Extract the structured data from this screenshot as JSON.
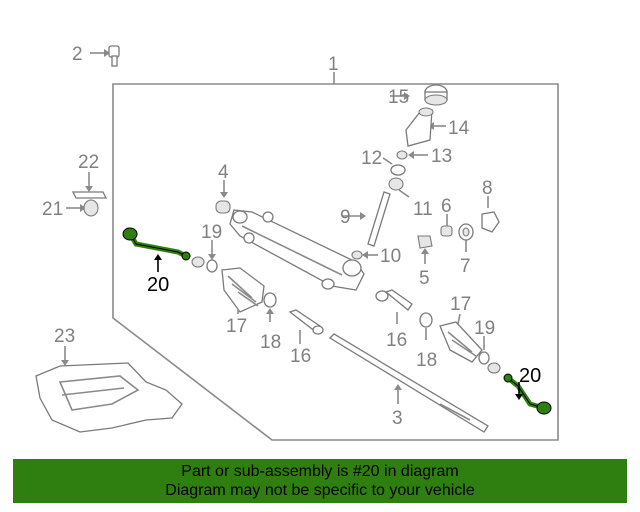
{
  "labels": {
    "l1": "1",
    "l2": "2",
    "l3": "3",
    "l4": "4",
    "l5": "5",
    "l6": "6",
    "l7": "7",
    "l8": "8",
    "l9": "9",
    "l10": "10",
    "l11": "11",
    "l12": "12",
    "l13": "13",
    "l14": "14",
    "l15": "15",
    "l16a": "16",
    "l16b": "16",
    "l17a": "17",
    "l17b": "17",
    "l18a": "18",
    "l18b": "18",
    "l19a": "19",
    "l19b": "19",
    "l20a": "20",
    "l20b": "20",
    "l21": "21",
    "l22": "22",
    "l23": "23"
  },
  "highlight_color": "#2f7f10",
  "footer": {
    "line1": "Part or sub-assembly is #20 in diagram",
    "line2": "Diagram may not be specific to your vehicle"
  }
}
